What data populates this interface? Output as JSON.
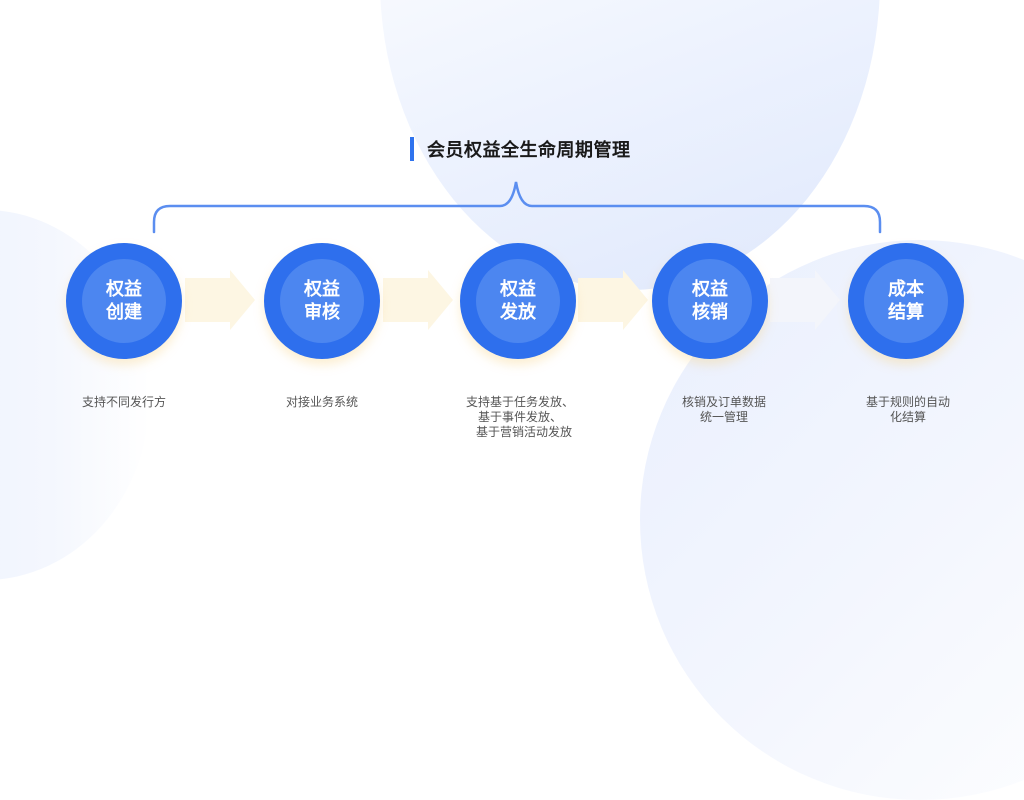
{
  "title": "会员权益全生命周期管理",
  "colors": {
    "accent": "#2f73ee",
    "circle_outer": "#2e6fed",
    "circle_inner": "#4c86f0",
    "brace": "#5b8ef0",
    "arrow": "#fdf6e3",
    "text": "#555555"
  },
  "steps": [
    {
      "line1": "权益",
      "line2": "创建",
      "desc": [
        "支持不同发行方"
      ]
    },
    {
      "line1": "权益",
      "line2": "审核",
      "desc": [
        "对接业务系统"
      ]
    },
    {
      "line1": "权益",
      "line2": "发放",
      "desc": [
        "支持基于任务发放、",
        "基于事件发放、",
        "基于营销活动发放"
      ]
    },
    {
      "line1": "权益",
      "line2": "核销",
      "desc": [
        "核销及订单数据",
        "统一管理"
      ]
    },
    {
      "line1": "成本",
      "line2": "结算",
      "desc": [
        "基于规则的自动",
        "化结算"
      ]
    }
  ]
}
